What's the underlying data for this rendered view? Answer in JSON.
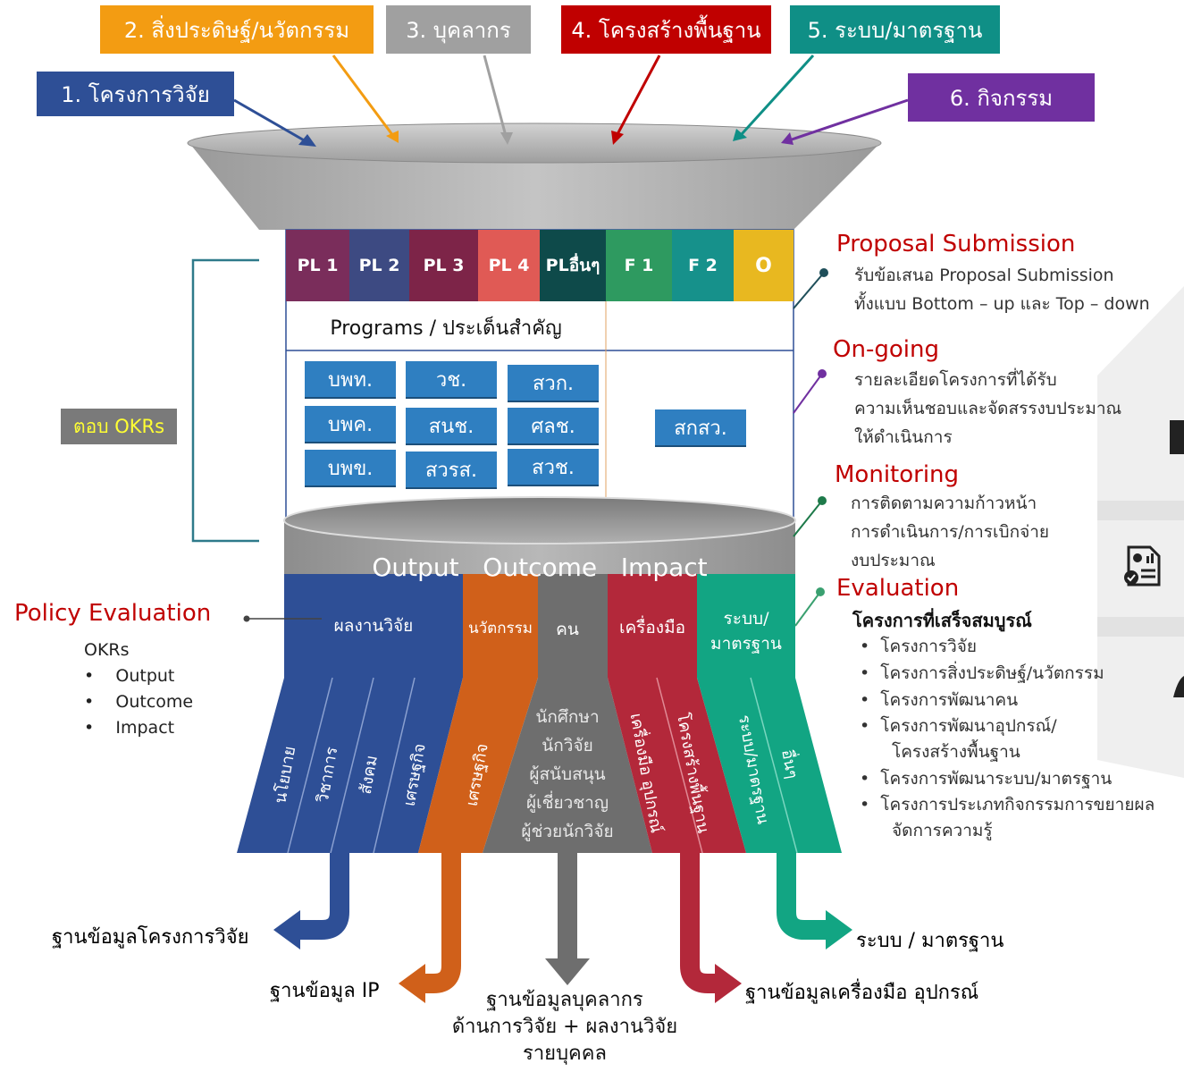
{
  "inputs": [
    {
      "label": "1. โครงการวิจัย",
      "color": "#2e4f96"
    },
    {
      "label": "2. สิ่งประดิษฐ์/นวัตกรรม",
      "color": "#f39c12"
    },
    {
      "label": "3. บุคลากร",
      "color": "#a0a0a0"
    },
    {
      "label": "4. โครงสร้างพื้นฐาน",
      "color": "#c00000"
    },
    {
      "label": "5. ระบบ/มาตรฐาน",
      "color": "#0f8f86"
    },
    {
      "label": "6. กิจกรรม",
      "color": "#7030a0"
    }
  ],
  "pl_headers": [
    {
      "label": "PL 1",
      "color": "#7a2d5b"
    },
    {
      "label": "PL 2",
      "color": "#3d4a82"
    },
    {
      "label": "PL 3",
      "color": "#7d2448"
    },
    {
      "label": "PL 4",
      "color": "#e05a55"
    },
    {
      "label": "PLอื่นๆ",
      "color": "#0e4a4a"
    },
    {
      "label": "F 1",
      "color": "#2e9a60"
    },
    {
      "label": "F 2",
      "color": "#16918b"
    },
    {
      "label": "O",
      "color": "#e8b820"
    }
  ],
  "programs_title": "Programs / ประเด็นสำคัญ",
  "pmu_boxes": [
    "บพท.",
    "วช.",
    "สวก.",
    "บพค.",
    "สนช.",
    "ศลช.",
    "บพข.",
    "สวรส.",
    "สวช."
  ],
  "tsri_box": "สกสว.",
  "okrs_side_label": "ตอบ OKRs",
  "outcome_band": "Output   Outcome   Impact",
  "categories": [
    {
      "label": "ผลงานวิจัย",
      "color": "#2e4f96"
    },
    {
      "label": "นวัตกรรม",
      "color": "#d0601a"
    },
    {
      "label": "คน",
      "color": "#6e6e6e"
    },
    {
      "label": "เครื่องมือ",
      "color": "#b3283a"
    },
    {
      "label": "ระบบ/ มาตรฐาน",
      "color": "#12a583"
    }
  ],
  "impact_labels": [
    "นโยบาย",
    "วิชาการ",
    "สังคม",
    "เศรษฐกิจ",
    "เศรษฐกิจ",
    "เครื่องมือ อุปกรณ์",
    "โครงสร้างพื้นฐาน",
    "ระบบ/มาตรฐาน",
    "อื่นๆ"
  ],
  "people_list": [
    "นักศึกษา",
    "นักวิจัย",
    "ผู้สนับสนุน",
    "ผู้เชี่ยวชาญ",
    "ผู้ช่วยนักวิจัย"
  ],
  "destinations": {
    "research_db": "ฐานข้อมูลโครงการวิจัย",
    "ip_db": "ฐานข้อมูล IP",
    "personnel_db": [
      "ฐานข้อมูลบุคลากร",
      "ด้านการวิจัย + ผลงานวิจัย",
      "รายบุคคล"
    ],
    "equipment_db": "ฐานข้อมูลเครื่องมือ อุปกรณ์",
    "standards": "ระบบ / มาตรฐาน"
  },
  "stages": {
    "proposal": {
      "title": "Proposal Submission",
      "lines": [
        "รับข้อเสนอ Proposal Submission",
        "ทั้งแบบ Bottom – up และ Top – down"
      ]
    },
    "ongoing": {
      "title": "On-going",
      "lines": [
        "รายละเอียดโครงการที่ได้รับ",
        "ความเห็นชอบและจัดสรรงบประมาณ",
        "ให้ดำเนินการ"
      ]
    },
    "monitoring": {
      "title": "Monitoring",
      "lines": [
        "การติดตามความก้าวหน้า",
        "การดำเนินการ/การเบิกจ่าย",
        "งบประมาณ"
      ]
    },
    "evaluation": {
      "title": "Evaluation",
      "subtitle": "โครงการที่เสร็จสมบูรณ์",
      "items": [
        "โครงการวิจัย",
        "โครงการสิ่งประดิษฐ์/นวัตกรรม",
        "โครงการพัฒนาคน",
        "โครงการพัฒนาอุปกรณ์/",
        "โครงสร้างพื้นฐาน",
        "โครงการพัฒนาระบบ/มาตรฐาน",
        "โครงการประเภทกิจกรรมการขยายผล",
        "จัดการความรู้"
      ]
    }
  },
  "policy": {
    "title": "Policy Evaluation",
    "subtitle": "OKRs",
    "items": [
      "Output",
      "Outcome",
      "Impact"
    ]
  },
  "colors": {
    "stage_title": "#c00000",
    "funnel_gray": "#a8a8a8",
    "accent_green": "#1e7a4a"
  }
}
